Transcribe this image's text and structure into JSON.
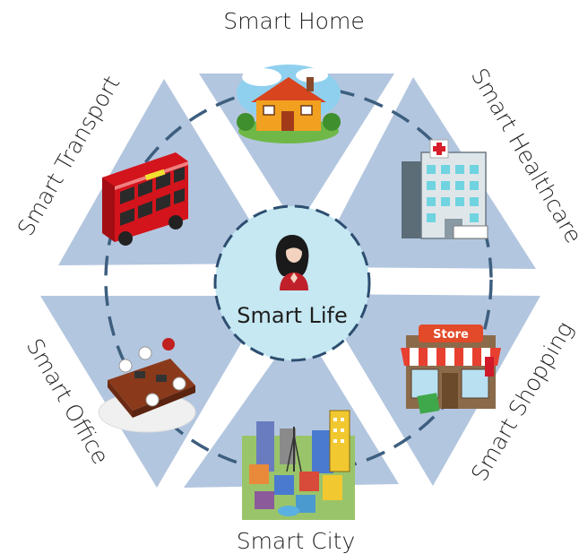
{
  "center": {
    "label": "Smart Life",
    "icon": "woman-avatar-icon"
  },
  "segments": [
    {
      "key": "home",
      "label": "Smart Home",
      "icon": "house-icon"
    },
    {
      "key": "healthcare",
      "label": "Smart Healthcare",
      "icon": "hospital-icon"
    },
    {
      "key": "shopping",
      "label": "Smart Shopping",
      "icon": "store-icon"
    },
    {
      "key": "city",
      "label": "Smart City",
      "icon": "city-icon"
    },
    {
      "key": "office",
      "label": "Smart Office",
      "icon": "office-meeting-icon"
    },
    {
      "key": "transport",
      "label": "Smart Transport",
      "icon": "double-decker-bus-icon"
    }
  ],
  "colors": {
    "triangle": "#b3c6df",
    "center_fill": "#c5e8f2",
    "dashed_ring": "#3e5f7f",
    "label": "#1f1f1f"
  },
  "icon_text": {
    "store_sign": "Store"
  }
}
